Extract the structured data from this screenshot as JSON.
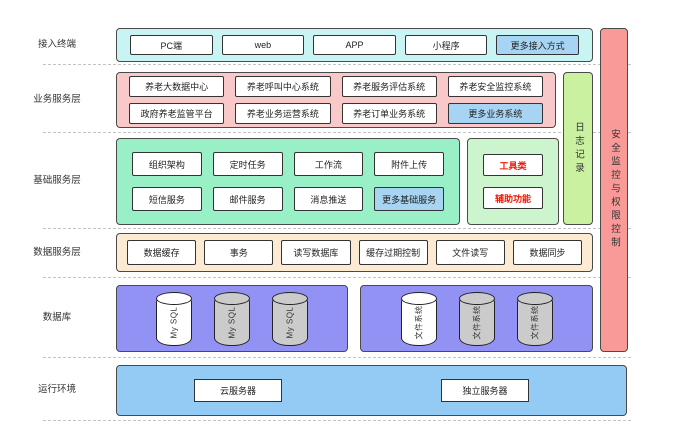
{
  "layers": {
    "access": {
      "label": "接入终端",
      "items": [
        "PC端",
        "web",
        "APP",
        "小程序",
        "更多接入方式"
      ]
    },
    "business": {
      "label": "业务服务层",
      "row1": [
        "养老大数据中心",
        "养老呼叫中心系统",
        "养老服务评估系统",
        "养老安全监控系统"
      ],
      "row2": [
        "政府养老监管平台",
        "养老业务运营系统",
        "养老订单业务系统",
        "更多业务系统"
      ]
    },
    "foundation": {
      "label": "基础服务层",
      "row1": [
        "组织架构",
        "定时任务",
        "工作流",
        "附件上传"
      ],
      "row2": [
        "短信服务",
        "邮件服务",
        "消息推送",
        "更多基础服务"
      ],
      "tools": [
        "工具类",
        "辅助功能"
      ]
    },
    "data_service": {
      "label": "数据服务层",
      "items": [
        "数据缓存",
        "事务",
        "读写数据库",
        "缓存过期控制",
        "文件读写",
        "数据同步"
      ]
    },
    "database": {
      "label": "数据库",
      "mysql_label": "My SQL",
      "file_label": "文件系统"
    },
    "runtime": {
      "label": "运行环境",
      "items": [
        "云服务器",
        "独立服务器"
      ]
    }
  },
  "sidebars": {
    "log": "日志记录",
    "security": "安全监控与权限控制"
  },
  "colors": {
    "access_bg": "#c8f4f4",
    "business_bg": "#f9c9c9",
    "foundation_bg": "#9af0c6",
    "tools_bg": "#cdf5cd",
    "data_service_bg": "#fcead2",
    "database_bg": "#9292f5",
    "runtime_bg": "#93cbf5",
    "log_bar_bg": "#c9f1a0",
    "security_bar_bg": "#f99a98",
    "highlight_box_bg": "#a6d4f2",
    "red_text": "#f21400",
    "cylinder_gray": "#cbcbcb"
  }
}
